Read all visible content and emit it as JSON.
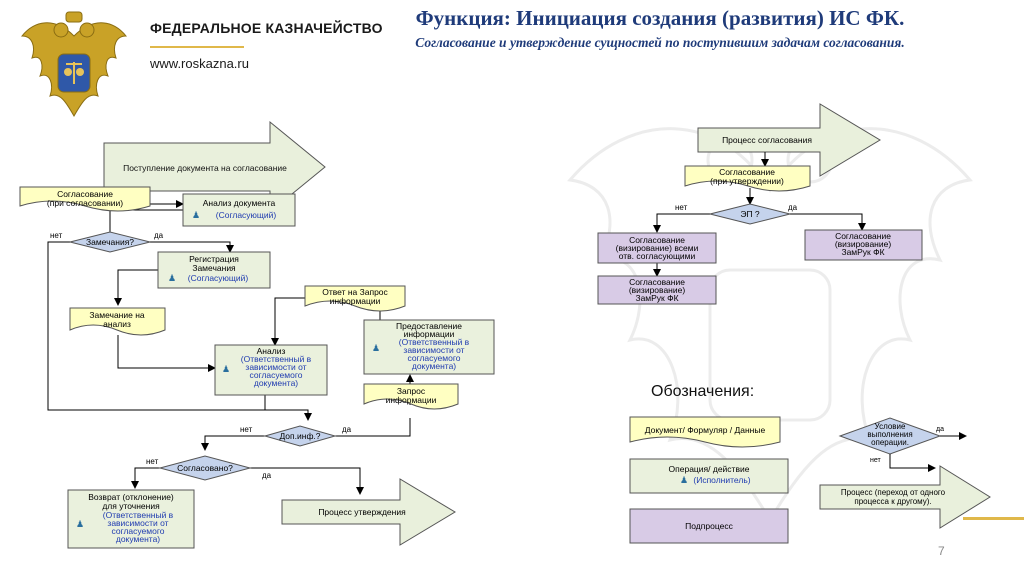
{
  "header": {
    "org_name": "ФЕДЕРАЛЬНОЕ КАЗНАЧЕЙСТВО",
    "website": "www.roskazna.ru",
    "title": "Функция: Инициация создания (развития) ИС ФК.",
    "subtitle": "Согласование и утверждение сущностей по поступившим задачам согласования."
  },
  "colors": {
    "document": "#ffffc2",
    "operation": "#eaf1dd",
    "subprocess": "#d8cbe6",
    "decision": "#c5d3ec",
    "arrow": "#e9f0dc",
    "title": "#1f3b7a",
    "accent_line": "#e0b84a",
    "performer_text": "#1f3bb0"
  },
  "flow_left": {
    "start_arrow": "Поступление документа на согласование",
    "doc_agreement": [
      "Согласование",
      "(при согласовании)"
    ],
    "op_analysis": {
      "label": "Анализ документа",
      "performer": "(Согласующий)"
    },
    "dec_remarks": {
      "label": "Замечания?",
      "no": "нет",
      "yes": "да"
    },
    "op_register": {
      "label": [
        "Регистрация",
        "Замечания"
      ],
      "performer": "(Согласующий)"
    },
    "doc_remark": [
      "Замечание на",
      "анализ"
    ],
    "doc_reply": [
      "Ответ на Запрос",
      "информации"
    ],
    "op_provide": {
      "label": [
        "Предоставление",
        "информации"
      ],
      "performer": [
        "(Ответственный в",
        "зависимости от",
        "согласуемого",
        "документа)"
      ]
    },
    "op_analysis2": {
      "label": "Анализ",
      "performer": [
        "(Ответственный в",
        "зависимости от",
        "согласуемого",
        "документа)"
      ]
    },
    "doc_request": [
      "Запрос",
      "информации"
    ],
    "dec_info": {
      "label": "Доп.инф.?",
      "no": "нет",
      "yes": "да"
    },
    "dec_agreed": {
      "label": "Согласовано?",
      "no": "нет",
      "yes": "да"
    },
    "op_return": {
      "label": [
        "Возврат (отклонение)",
        "для уточнения"
      ],
      "performer": [
        "(Ответственный в",
        "зависимости от",
        "согласуемого",
        "документа)"
      ]
    },
    "end_arrow": "Процесс утверждения"
  },
  "flow_right": {
    "start_arrow": "Процесс согласования",
    "doc_approval": [
      "Согласование",
      "(при утверждении)"
    ],
    "dec_ep": {
      "label": "ЭП ?",
      "no": "нет",
      "yes": "да"
    },
    "sub_all": [
      "Согласование",
      "(визирование) всеми",
      "отв. согласующими"
    ],
    "sub_zam_right": [
      "Согласование",
      "(визирование)",
      "ЗамРук ФК"
    ],
    "sub_zam_left": [
      "Согласование",
      "(визирование)",
      "ЗамРук ФК"
    ]
  },
  "legend": {
    "title": "Обозначения:",
    "document": "Документ/ Формуляр / Данные",
    "operation": "Операция/ действие",
    "performer": "(Исполнитель)",
    "subprocess": "Подпроцесс",
    "decision": [
      "Условие",
      "выполнения",
      "операции."
    ],
    "yes": "да",
    "no": "нет",
    "process_arrow": [
      "Процесс (переход от одного",
      "процесса к другому)."
    ]
  },
  "footer": {
    "page_number": "7"
  }
}
